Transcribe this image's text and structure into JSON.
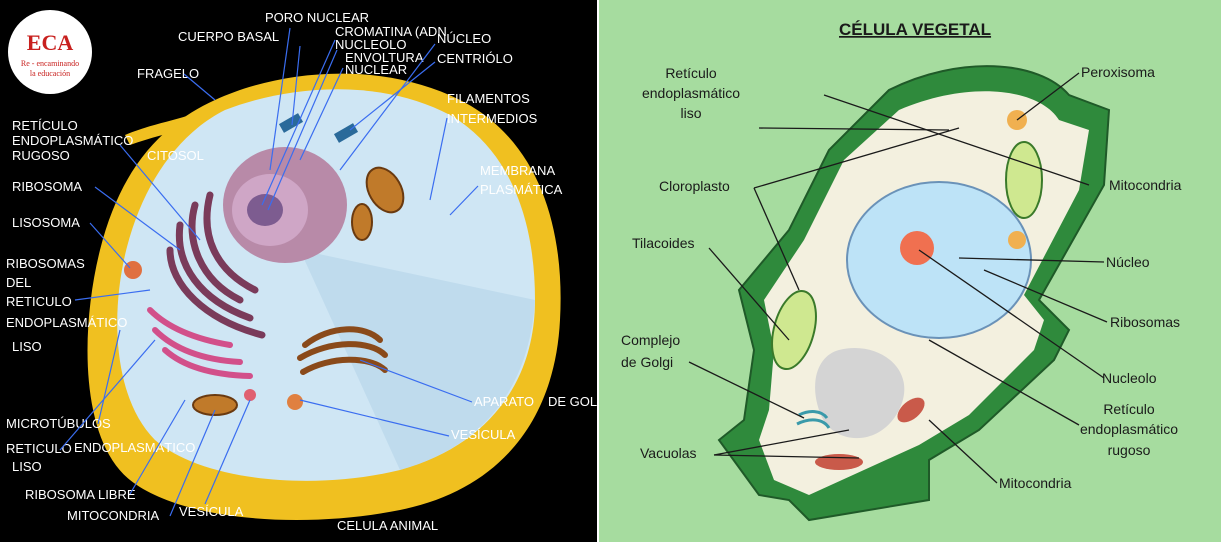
{
  "animal": {
    "logo": {
      "brand": "ECA",
      "motto_1": "Re - encaminando",
      "motto_2": "la educación"
    },
    "title": "CELULA ANIMAL",
    "labels": {
      "poro_nuclear": "PORO NUCLEAR",
      "cuerpo_basal": "CUERPO BASAL",
      "cromatina": "CROMATINA (ADN",
      "nucleolo": "NUCLEOLO",
      "envoltura_1": "ENVOLTURA",
      "envoltura_2": "NUCLEAR",
      "nucleo": "NÚCLEO",
      "centriolo": "CENTRIÓLO",
      "fragelo": "FRAGELO",
      "filamentos_1": "FILAMENTOS",
      "filamentos_2": "INTERMEDIOS",
      "rer_1": "RETÍCULO",
      "rer_2": "ENDOPLASMÁTICO",
      "rer_3": "RUGOSO",
      "citosol": "CITOSOL",
      "membrana_1": "MEMBRANA",
      "membrana_2": "PLASMÁTICA",
      "ribosoma": "RIBOSOMA",
      "lisosoma": "LISOSOMA",
      "rib_ret_1": "RIBOSOMAS",
      "rib_ret_2": "DEL",
      "rib_ret_3": "RETICULO",
      "rib_ret_4": "ENDOPLASMÁTICO",
      "rib_ret_5": "LISO",
      "aparato": "APARATO",
      "de_golgi": "DE GOLGI",
      "vesicula_right": "VESÍCULA",
      "microtubulos": "MICROTÚBULOS",
      "rel_1": "RETICULO",
      "rel_2": "ENDOPLASMÁTICO",
      "rel_3": "LISO",
      "ribosoma_libre": "RIBOSOMA LIBRE",
      "mitocondria": "MITOCONDRIA",
      "vesicula_bottom": "VESÍCULA"
    }
  },
  "plant": {
    "title": "CÉLULA VEGETAL",
    "labels": {
      "rel_1": "Retículo",
      "rel_2": "endoplasmático",
      "rel_3": "liso",
      "peroxisoma": "Peroxisoma",
      "mitocondria_top": "Mitocondria",
      "cloroplasto": "Cloroplasto",
      "tilacoides": "Tilacoides",
      "nucleo": "Núcleo",
      "ribosomas": "Ribosomas",
      "golgi_1": "Complejo",
      "golgi_2": "de Golgi",
      "nucleolo": "Nucleolo",
      "rer_1": "Retículo",
      "rer_2": "endoplasmático",
      "rer_3": "rugoso",
      "vacuolas": "Vacuolas",
      "mitocondria_bottom": "Mitocondria"
    }
  },
  "colors": {
    "animal_bg": "#000000",
    "animal_membrane": "#f0c020",
    "animal_cytosol": "#cfe6f4",
    "animal_leader": "#3a6df0",
    "plant_bg": "#a6dc9f",
    "plant_wall": "#2f8a3c",
    "plant_cytoplasm": "#f3f0df",
    "plant_vacuole": "#bde3f7"
  }
}
